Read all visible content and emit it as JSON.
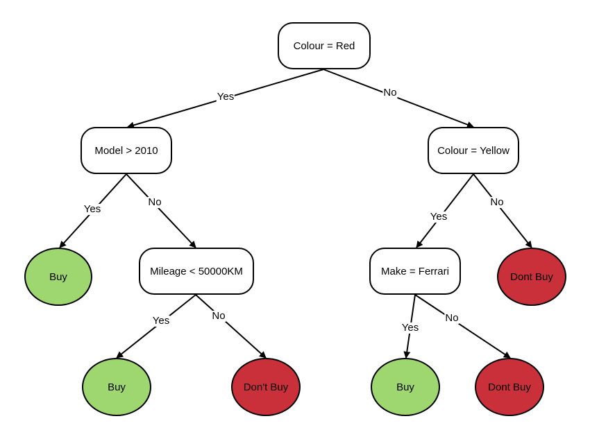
{
  "tree": {
    "root": {
      "label": "Colour = Red"
    },
    "model": {
      "label": "Model > 2010"
    },
    "colour_yellow": {
      "label": "Colour = Yellow"
    },
    "mileage": {
      "label": "Mileage < 50000KM"
    },
    "make": {
      "label": "Make = Ferrari"
    },
    "leaf_buy_model": {
      "label": "Buy",
      "outcome": "buy"
    },
    "leaf_buy_mileage": {
      "label": "Buy",
      "outcome": "buy"
    },
    "leaf_dontbuy_mileage": {
      "label": "Don't Buy",
      "outcome": "dont-buy"
    },
    "leaf_buy_make": {
      "label": "Buy",
      "outcome": "buy"
    },
    "leaf_dontbuy_make": {
      "label": "Dont Buy",
      "outcome": "dont-buy"
    },
    "leaf_dontbuy_yellow": {
      "label": "Dont Buy",
      "outcome": "dont-buy"
    }
  },
  "edges": [
    {
      "from": "root",
      "to": "model",
      "label": "Yes"
    },
    {
      "from": "root",
      "to": "colour_yellow",
      "label": "No"
    },
    {
      "from": "model",
      "to": "leaf_buy_model",
      "label": "Yes"
    },
    {
      "from": "model",
      "to": "mileage",
      "label": "No"
    },
    {
      "from": "mileage",
      "to": "leaf_buy_mileage",
      "label": "Yes"
    },
    {
      "from": "mileage",
      "to": "leaf_dontbuy_mileage",
      "label": "No"
    },
    {
      "from": "colour_yellow",
      "to": "make",
      "label": "Yes"
    },
    {
      "from": "colour_yellow",
      "to": "leaf_dontbuy_yellow",
      "label": "No"
    },
    {
      "from": "make",
      "to": "leaf_buy_make",
      "label": "Yes"
    },
    {
      "from": "make",
      "to": "leaf_dontbuy_make",
      "label": "No"
    }
  ],
  "colors": {
    "buy": "#9ed66f",
    "dont_buy": "#c9303a",
    "stroke": "#000000"
  }
}
